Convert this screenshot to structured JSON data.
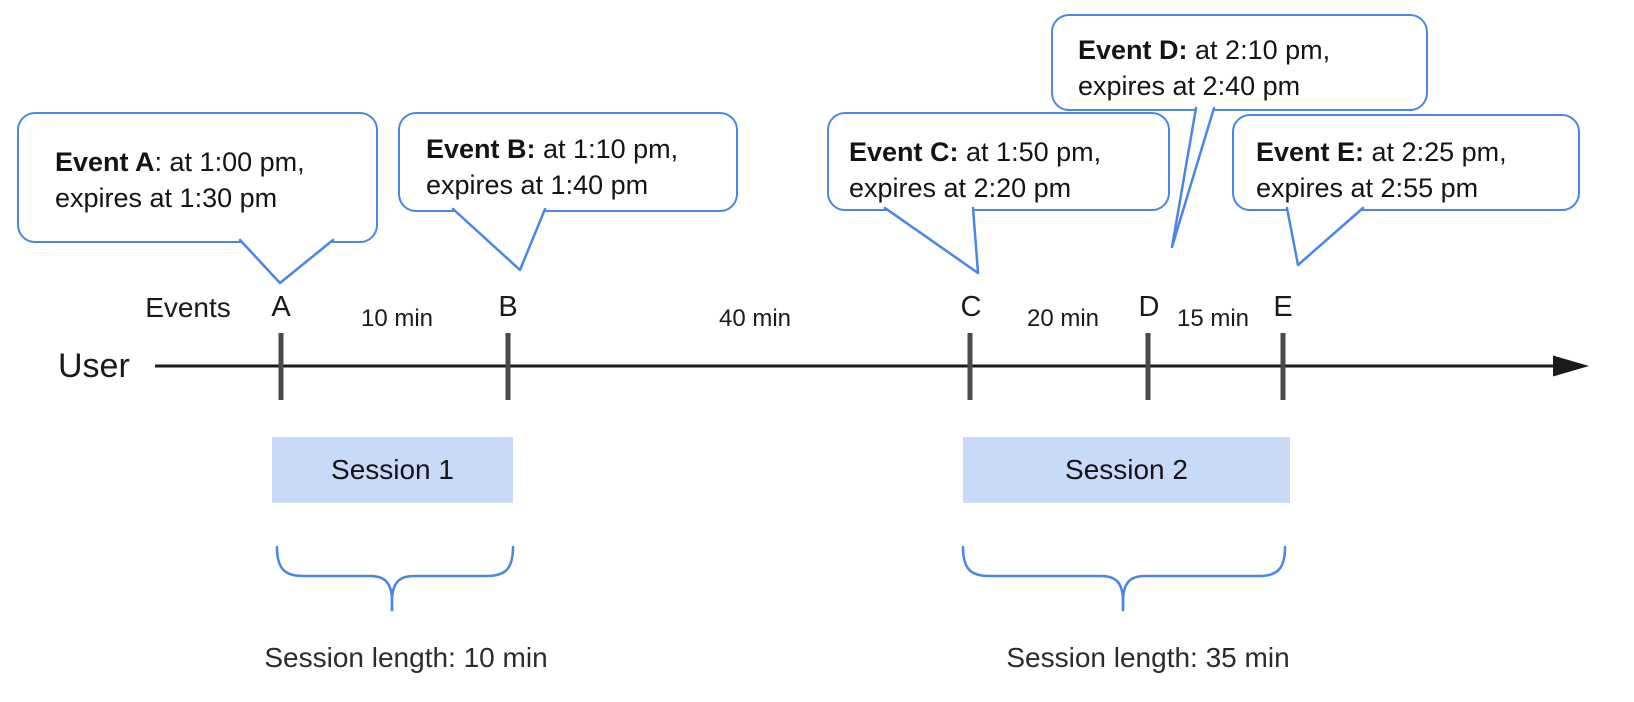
{
  "bubbles": [
    {
      "name": "Event A",
      "bold": "Event A",
      "rest": ": at 1:00 pm,",
      "line2": "expires at 1:30 pm"
    },
    {
      "name": "Event B",
      "bold": "Event B:",
      "rest": " at 1:10 pm,",
      "line2": "expires at 1:40 pm"
    },
    {
      "name": "Event C",
      "bold": "Event C:",
      "rest": " at 1:50 pm,",
      "line2": "expires at 2:20 pm"
    },
    {
      "name": "Event D",
      "bold": "Event D:",
      "rest": " at 2:10 pm,",
      "line2": "expires at 2:40 pm"
    },
    {
      "name": "Event E",
      "bold": "Event E:",
      "rest": " at 2:25 pm,",
      "line2": "expires at 2:55 pm"
    }
  ],
  "timeline": {
    "events_label": "Events",
    "user_label": "User",
    "event_marks": [
      "A",
      "B",
      "C",
      "D",
      "E"
    ],
    "gap_labels": [
      "10 min",
      "40 min",
      "20 min",
      "15 min"
    ]
  },
  "sessions": [
    {
      "label": "Session 1",
      "length": "Session length: 10 min"
    },
    {
      "label": "Session 2",
      "length": "Session length: 35 min"
    }
  ],
  "colors": {
    "bubble_border": "#4a86e8",
    "brace": "#4a86e8",
    "session_fill": "#c9daf8",
    "tick": "#4a4a4a",
    "axis": "#1a1a1a"
  }
}
